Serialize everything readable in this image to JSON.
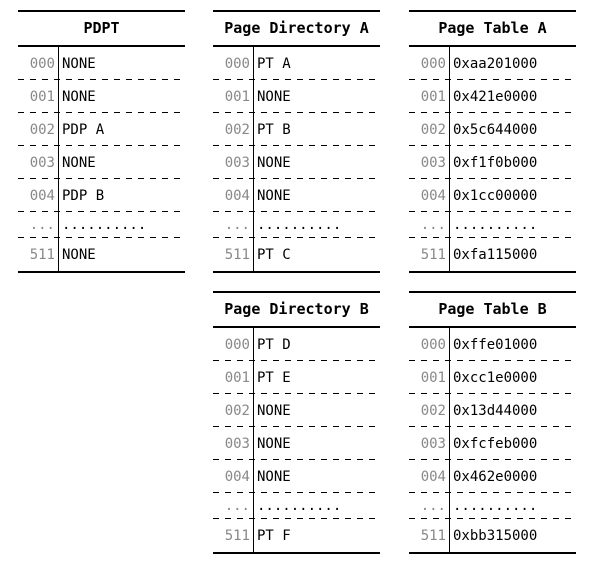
{
  "tables": [
    {
      "id": "pdpt",
      "title": "PDPT",
      "rows": [
        {
          "index": "000",
          "value": "NONE"
        },
        {
          "index": "001",
          "value": "NONE"
        },
        {
          "index": "002",
          "value": "PDP A"
        },
        {
          "index": "003",
          "value": "NONE"
        },
        {
          "index": "004",
          "value": "PDP B"
        },
        {
          "index": "...",
          "value": "..........",
          "ellipsis": true
        },
        {
          "index": "511",
          "value": "NONE"
        }
      ]
    },
    {
      "id": "page-directory-a",
      "title": "Page Directory A",
      "rows": [
        {
          "index": "000",
          "value": "PT A"
        },
        {
          "index": "001",
          "value": "NONE"
        },
        {
          "index": "002",
          "value": "PT B"
        },
        {
          "index": "003",
          "value": "NONE"
        },
        {
          "index": "004",
          "value": "NONE"
        },
        {
          "index": "...",
          "value": "..........",
          "ellipsis": true
        },
        {
          "index": "511",
          "value": "PT C"
        }
      ]
    },
    {
      "id": "page-table-a",
      "title": "Page Table A",
      "rows": [
        {
          "index": "000",
          "value": "0xaa201000"
        },
        {
          "index": "001",
          "value": "0x421e0000"
        },
        {
          "index": "002",
          "value": "0x5c644000"
        },
        {
          "index": "003",
          "value": "0xf1f0b000"
        },
        {
          "index": "004",
          "value": "0x1cc00000"
        },
        {
          "index": "...",
          "value": "..........",
          "ellipsis": true
        },
        {
          "index": "511",
          "value": "0xfa115000"
        }
      ]
    },
    {
      "id": "page-directory-b",
      "title": "Page Directory B",
      "rows": [
        {
          "index": "000",
          "value": "PT D"
        },
        {
          "index": "001",
          "value": "PT E"
        },
        {
          "index": "002",
          "value": "NONE"
        },
        {
          "index": "003",
          "value": "NONE"
        },
        {
          "index": "004",
          "value": "NONE"
        },
        {
          "index": "...",
          "value": "..........",
          "ellipsis": true
        },
        {
          "index": "511",
          "value": "PT F"
        }
      ]
    },
    {
      "id": "page-table-b",
      "title": "Page Table B",
      "rows": [
        {
          "index": "000",
          "value": "0xffe01000"
        },
        {
          "index": "001",
          "value": "0xcc1e0000"
        },
        {
          "index": "002",
          "value": "0x13d44000"
        },
        {
          "index": "003",
          "value": "0xfcfeb000"
        },
        {
          "index": "004",
          "value": "0x462e0000"
        },
        {
          "index": "...",
          "value": "..........",
          "ellipsis": true
        },
        {
          "index": "511",
          "value": "0xbb315000"
        }
      ]
    }
  ]
}
